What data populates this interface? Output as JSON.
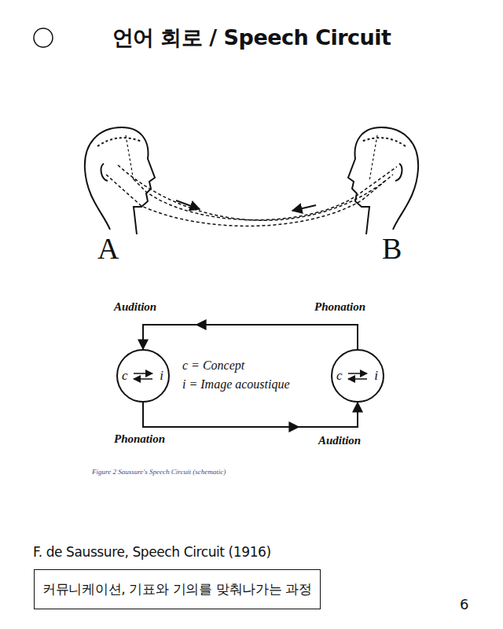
{
  "diagram": {
    "title": "언어 회로 / Speech Circuit",
    "caption": "Figure 2 Saussure's Speech Circuit (schematic)",
    "nodes": [
      {
        "text": [
          "c",
          "i"
        ]
      },
      {
        "text": [
          "c",
          "i"
        ]
      },
      {
        "text": [
          "커뮤니케이션, 기표와 기의를 맞춰나가는 과정"
        ]
      }
    ],
    "edges": [
      {
        "from": 1,
        "to": 0,
        "arrow": "to"
      },
      {
        "from": 0,
        "to": 1,
        "arrow": "to"
      }
    ],
    "labels": [
      "A",
      "B",
      "Audition",
      "Phonation",
      "c = Concept",
      "i = Image acoustique",
      "Phonation",
      "Audition",
      "F. de Saussure, Speech Circuit (1916)",
      "6"
    ]
  }
}
